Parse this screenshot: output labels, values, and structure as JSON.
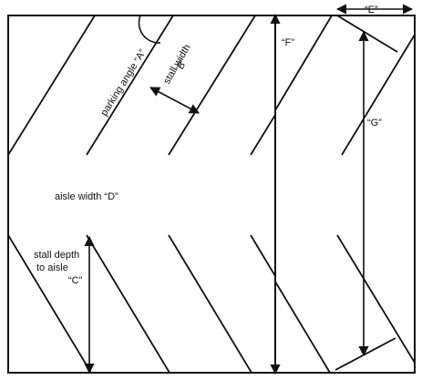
{
  "diagram": {
    "labels": {
      "parking_angle": "parking angle “A”",
      "stall_width_line1": "stall width",
      "stall_width_line2": "“B”",
      "aisle_width": "aisle width “D”",
      "stall_depth_line1": "stall depth",
      "stall_depth_line2": "to aisle",
      "stall_depth_line3": "“C”",
      "dim_e": "“E”",
      "dim_f": "“F”",
      "dim_g": "“G”"
    },
    "colors": {
      "line": "#111111",
      "background": "#ffffff"
    }
  }
}
